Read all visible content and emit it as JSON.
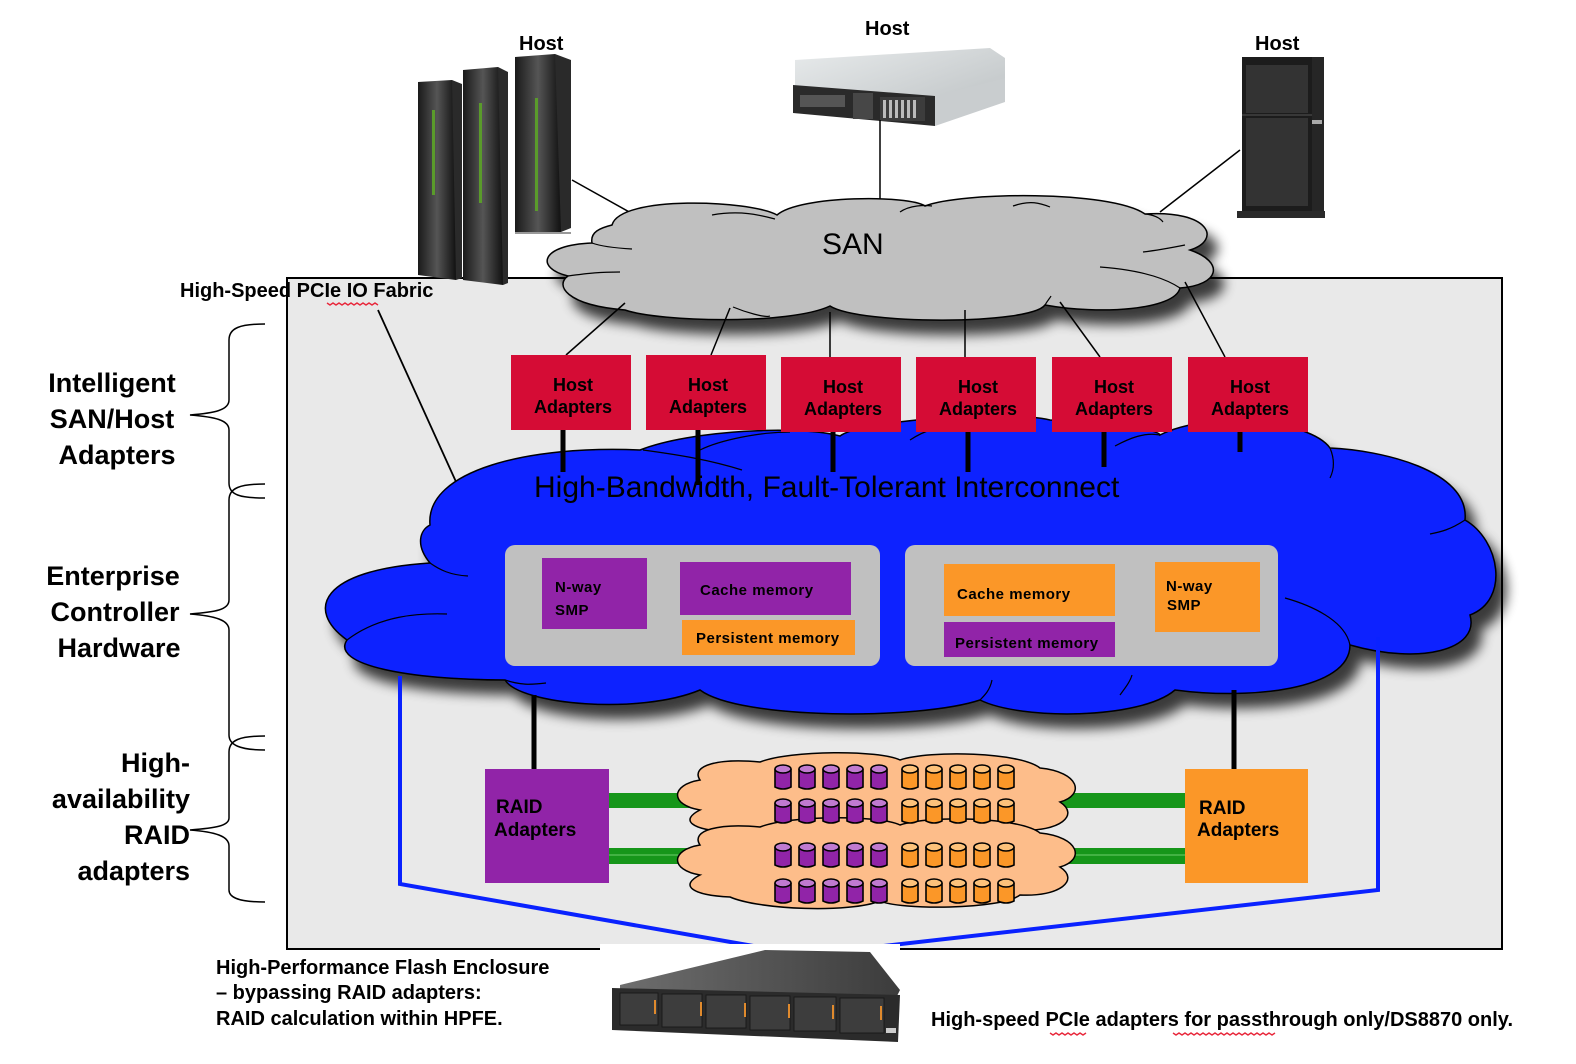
{
  "hosts": [
    {
      "label": "Host",
      "type": "mainframe-racks"
    },
    {
      "label": "Host",
      "type": "rack-server"
    },
    {
      "label": "Host",
      "type": "tower-server"
    }
  ],
  "san": {
    "label": "SAN"
  },
  "fabric_label": {
    "prefix": "High-Speed ",
    "pcie": "PCIe",
    "suffix": " IO Fabric"
  },
  "side_labels": {
    "host_adapters": [
      "Intelligent",
      "SAN/Host",
      "Adapters"
    ],
    "controller": [
      "Enterprise",
      "Controller",
      "Hardware"
    ],
    "raid": [
      "High-",
      "availability",
      "RAID",
      "adapters"
    ]
  },
  "host_adapters": [
    {
      "line1": "Host",
      "line2": "Adapters"
    },
    {
      "line1": "Host",
      "line2": "Adapters"
    },
    {
      "line1": "Host",
      "line2": "Adapters"
    },
    {
      "line1": "Host",
      "line2": "Adapters"
    },
    {
      "line1": "Host",
      "line2": "Adapters"
    },
    {
      "line1": "Host",
      "line2": "Adapters"
    }
  ],
  "interconnect": {
    "label": "High-Bandwidth, Fault-Tolerant Interconnect"
  },
  "controllers": [
    {
      "smp": {
        "line1": "N-way",
        "line2": "SMP"
      },
      "cache": "Cache memory",
      "persistent": "Persistent memory"
    },
    {
      "smp": {
        "line1": "N-way",
        "line2": "SMP"
      },
      "cache": "Cache memory",
      "persistent": "Persistent memory"
    }
  ],
  "raid_adapters": [
    {
      "line1": "RAID",
      "line2": "Adapters"
    },
    {
      "line1": "RAID",
      "line2": "Adapters"
    }
  ],
  "disk_groups": {
    "rows": 4,
    "purple_per_row": 5,
    "orange_per_row": 5
  },
  "hpfe_note": [
    "High-Performance Flash Enclosure",
    "– bypassing RAID adapters:",
    "RAID calculation within HPFE."
  ],
  "pcie_note": {
    "prefix": "High-speed ",
    "pcie": "PCIe",
    "middle": " adapters for ",
    "pass": "passthrough",
    "suffix": " only/DS8870 only."
  },
  "colors": {
    "host_adapter": "#d50c35",
    "interconnect": "#0a22ff",
    "san_cloud": "#c0c0c0",
    "purple": "#9124a8",
    "orange": "#fb9728",
    "controller_panel": "#c0c0c0",
    "disk_cloud": "#fdbd8a",
    "green_link": "#16961a",
    "frame_bg": "#e9e9e9"
  }
}
